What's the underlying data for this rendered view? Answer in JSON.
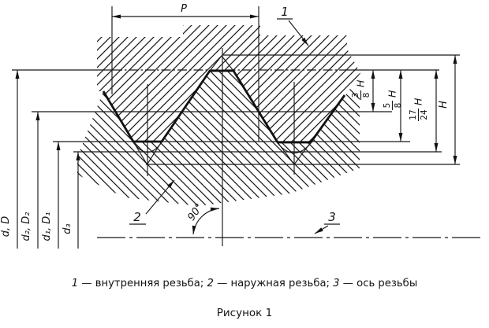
{
  "figure": {
    "pitch_label": "P",
    "height_label": "H",
    "angle_label": "90°",
    "callout_1": "1",
    "callout_2": "2",
    "callout_3": "3",
    "frac_3_8": {
      "num": "3",
      "den": "8",
      "mult": "H"
    },
    "frac_5_8": {
      "num": "5",
      "den": "8",
      "mult": "H"
    },
    "frac_17_24": {
      "num": "17",
      "den": "24",
      "mult": "H"
    },
    "dia_major": "d, D",
    "dia_pitch": "d₂, D₂",
    "dia_minor": "d₁, D₁",
    "dia_d3": "d₃",
    "caption": {
      "n1": "1",
      "t1": " — внутренняя резьба; ",
      "n2": "2",
      "t2": " — наружная резьба; ",
      "n3": "3",
      "t3": " — ось резьбы"
    },
    "figure_caption": "Рисунок 1"
  }
}
